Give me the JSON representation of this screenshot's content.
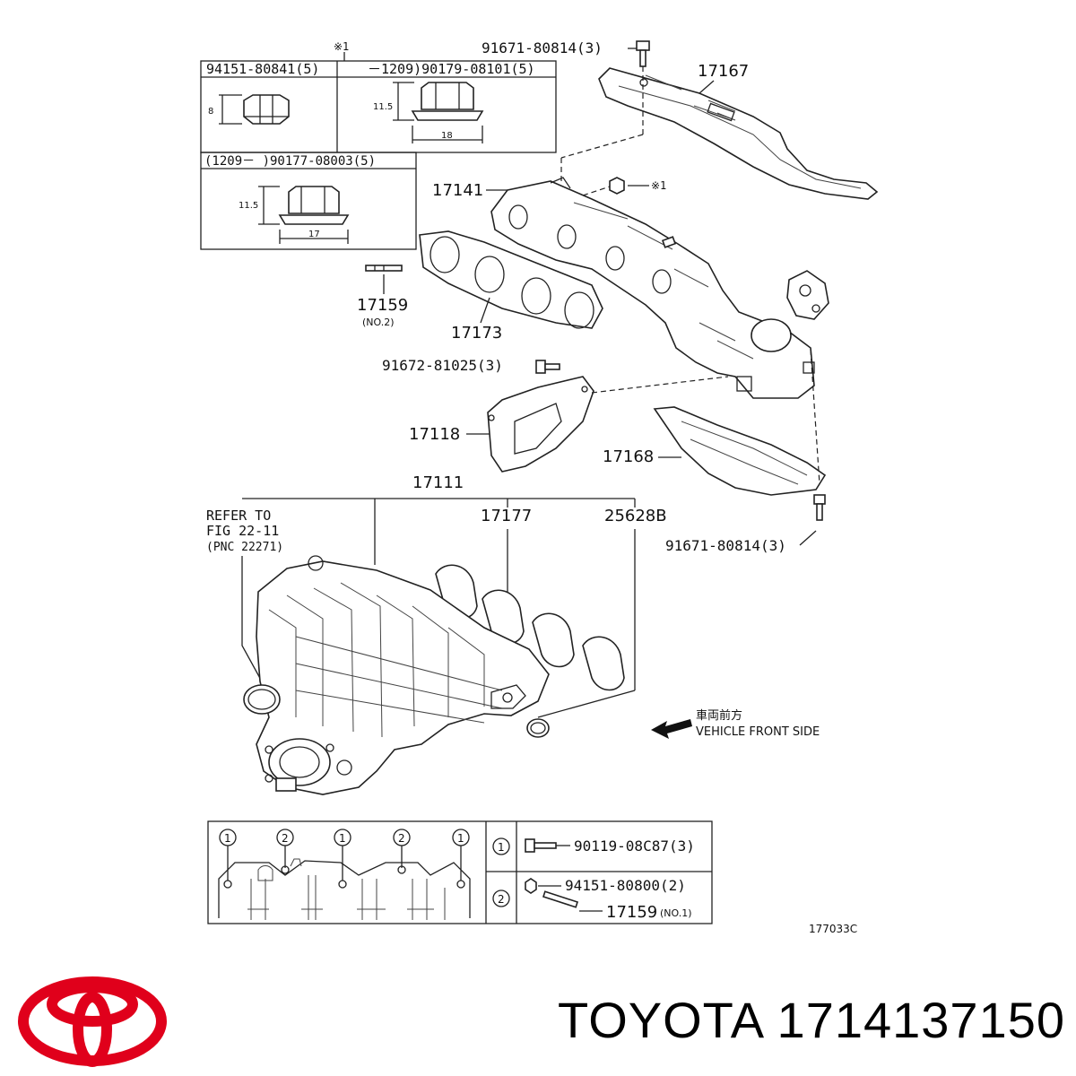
{
  "brand": {
    "name": "TOYOTA",
    "part_number": "1714137150",
    "logo_color": "#e0001b"
  },
  "fastener_table": {
    "note_mark": "※1",
    "top_left_label": "94151-80841(5)",
    "top_left_dim": "8",
    "top_right_label": "－1209)90179-08101(5)",
    "top_right_height": "11.5",
    "top_right_width": "18",
    "bottom_label": "(1209－          )90177-08003(5)",
    "bottom_height": "11.5",
    "bottom_width": "17"
  },
  "callouts": {
    "bolt_top": "91671-80814(3)",
    "heat_insulator_upper": "17167",
    "manifold": "17141",
    "nut_note": "※1",
    "stud": "17159",
    "stud_note": "(NO.2)",
    "gasket": "17173",
    "bolt_mid": "91672-81025(3)",
    "stay": "17118",
    "heat_insulator_lower": "17168",
    "bolt_lower": "91671-80814(3)",
    "intake_manifold": "17111",
    "intake_gasket": "17177",
    "o_ring": "25628B",
    "refer_line1": "REFER TO",
    "refer_line2": "FIG 22-11",
    "refer_line3": "(PNC 22271)"
  },
  "front_indicator": {
    "jp": "車両前方",
    "en": "VEHICLE FRONT SIDE"
  },
  "legend": {
    "markers": [
      "1",
      "2",
      "1",
      "2",
      "1"
    ],
    "row1_marker": "1",
    "row1_part": "90119-08C87(3)",
    "row2_marker": "2",
    "row2_part_a": "94151-80800(2)",
    "row2_part_b": "17159",
    "row2_note": "(NO.1)"
  },
  "diagram_code": "177033C"
}
